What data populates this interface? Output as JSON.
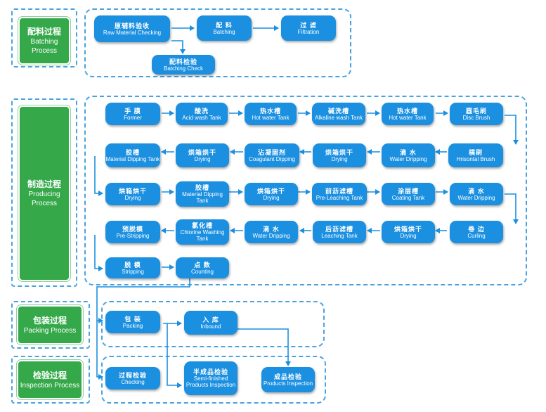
{
  "stages": {
    "batching": {
      "cn": "配料过程",
      "en": "Batching Process"
    },
    "producing": {
      "cn": "制造过程",
      "en": "Producing Process"
    },
    "packing": {
      "cn": "包装过程",
      "en": "Packing Process"
    },
    "inspection": {
      "cn": "检验过程",
      "en": "Inspection Process"
    }
  },
  "steps": {
    "raw_check": {
      "cn": "原辅料验收",
      "en": "Raw Material Checking"
    },
    "batching": {
      "cn": "配 料",
      "en": "Batching"
    },
    "filtration": {
      "cn": "过 滤",
      "en": "Filtration"
    },
    "batch_check": {
      "cn": "配料检验",
      "en": "Batching Check"
    },
    "former": {
      "cn": "手 膜",
      "en": "Former"
    },
    "acid_wash": {
      "cn": "酸洗",
      "en": "Acid wash Tank"
    },
    "hot_water1": {
      "cn": "热水槽",
      "en": "Hot water Tank"
    },
    "alkaline": {
      "cn": "碱洗槽",
      "en": "Alkaline wash Tank"
    },
    "hot_water2": {
      "cn": "热水槽",
      "en": "Hot water Tank"
    },
    "disc_brush": {
      "cn": "圆毛刷",
      "en": "Disc Brush"
    },
    "hor_brush": {
      "cn": "横刷",
      "en": "Hrisontal Brush"
    },
    "water_drip1": {
      "cn": "滴 水",
      "en": "Water Dripping"
    },
    "drying1": {
      "cn": "烘箱烘干",
      "en": "Drying"
    },
    "coagulant": {
      "cn": "沾凝固剂",
      "en": "Coagulant Dipping"
    },
    "drying2": {
      "cn": "烘箱烘干",
      "en": "Drying"
    },
    "mat_dip1": {
      "cn": "胶槽",
      "en": "Material Dipping Tank"
    },
    "drying3": {
      "cn": "烘箱烘干",
      "en": "Drying"
    },
    "mat_dip2": {
      "cn": "胶槽",
      "en": "Material Dipping Tank"
    },
    "drying4": {
      "cn": "烘箱烘干",
      "en": "Drying"
    },
    "pre_leach": {
      "cn": "前沥滤槽",
      "en": "Pre-Leaching Tank"
    },
    "coating": {
      "cn": "涂层槽",
      "en": "Coating Tank"
    },
    "water_drip2": {
      "cn": "滴 水",
      "en": "Water Dripping"
    },
    "curling": {
      "cn": "卷 边",
      "en": "Curling"
    },
    "drying5": {
      "cn": "烘箱烘干",
      "en": "Drying"
    },
    "leaching": {
      "cn": "后沥滤槽",
      "en": "Leaching Tank"
    },
    "water_drip3": {
      "cn": "滴 水",
      "en": "Water Dripping"
    },
    "chlorine": {
      "cn": "氯化槽",
      "en": "Chlorine Washing Tank"
    },
    "pre_strip": {
      "cn": "预脱模",
      "en": "Pre-Stripping"
    },
    "stripping": {
      "cn": "脱 模",
      "en": "Stripping"
    },
    "counting": {
      "cn": "点 数",
      "en": "Counting"
    },
    "packing": {
      "cn": "包 装",
      "en": "Packing"
    },
    "inbound": {
      "cn": "入 库",
      "en": "Inbound"
    },
    "checking": {
      "cn": "过程检验",
      "en": "Checking"
    },
    "semi_insp": {
      "cn": "半成品检验",
      "en": "Semi-finished Products Inspection"
    },
    "prod_insp": {
      "cn": "成品检验",
      "en": "Products Inspection"
    }
  },
  "colors": {
    "box": "#1b8fe0",
    "stage": "#35a84a",
    "frame": "#4aa3df",
    "arrow": "#1b8fe0"
  }
}
